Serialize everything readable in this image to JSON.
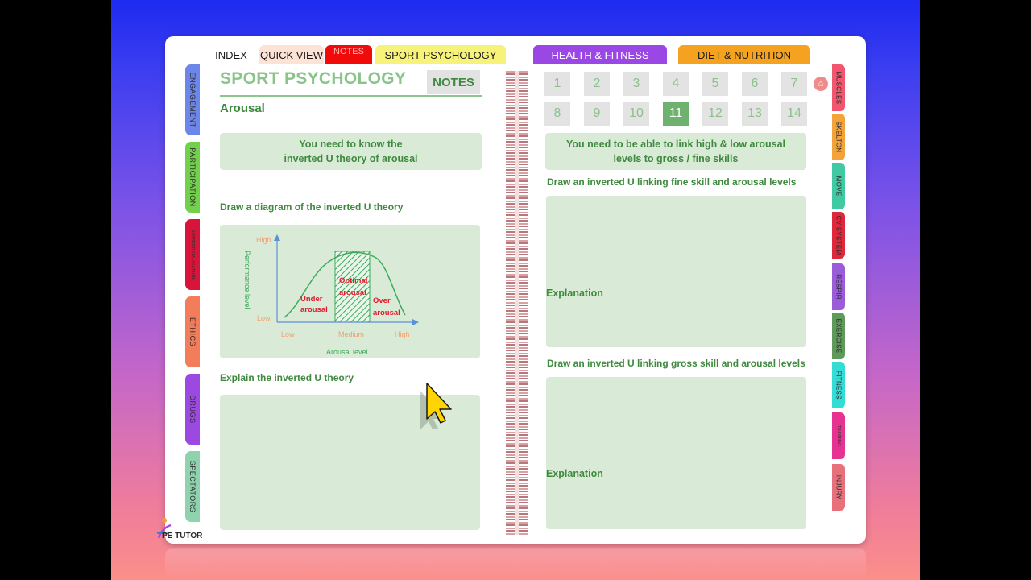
{
  "nav": {
    "index": "INDEX",
    "quick_view": "QUICK VIEW",
    "notes": "NOTES",
    "sport": "SPORT PSYCHOLOGY",
    "health": "HEALTH & FITNESS",
    "diet": "DIET & NUTRITION"
  },
  "left_tabs": [
    {
      "label": "ENGAGEMENT",
      "color": "#6d86ea"
    },
    {
      "label": "PARTICIPATION",
      "color": "#72d04c"
    },
    {
      "label": "COMMERCIALISATION",
      "color": "#d8143a"
    },
    {
      "label": "ETHICS",
      "color": "#f37c5a"
    },
    {
      "label": "DRUGS",
      "color": "#9b49e0"
    },
    {
      "label": "SPECTATORS",
      "color": "#8fd3ae"
    }
  ],
  "right_tabs": [
    {
      "label": "MUSCLES",
      "color": "#f2566e"
    },
    {
      "label": "SKELTON",
      "color": "#f4a33a"
    },
    {
      "label": "MOVE",
      "color": "#40c9a2"
    },
    {
      "label": "CV SYSTEM",
      "color": "#e0283c"
    },
    {
      "label": "RESPIR",
      "color": "#9a5cd8"
    },
    {
      "label": "EXERCISE",
      "color": "#5f9a5a"
    },
    {
      "label": "FITNESS",
      "color": "#33ddd6"
    },
    {
      "label": "TRAINING",
      "color": "#e63291"
    },
    {
      "label": "INJURY",
      "color": "#e8707a"
    }
  ],
  "left_page": {
    "title": "SPORT PSYCHOLOGY",
    "badge": "NOTES",
    "subtitle": "Arousal",
    "callout_line1": "You need to know the",
    "callout_line2": "inverted U theory of arousal",
    "draw_prompt": "Draw a diagram of the inverted U theory",
    "explain_prompt": "Explain the inverted U theory"
  },
  "diagram": {
    "y_high": "High",
    "y_low": "Low",
    "y_axis": "Performance level",
    "x_low": "Low",
    "x_medium": "Medium",
    "x_high": "High",
    "x_axis": "Arousal level",
    "under_1": "Under",
    "under_2": "arousal",
    "optimal_1": "Optimal",
    "optimal_2": "arousal",
    "over_1": "Over",
    "over_2": "arousal"
  },
  "pages": [
    "1",
    "2",
    "3",
    "4",
    "5",
    "6",
    "7",
    "8",
    "9",
    "10",
    "11",
    "12",
    "13",
    "14"
  ],
  "active_page": "11",
  "right_page": {
    "callout_line1": "You need to be able to link high & low arousal",
    "callout_line2": "levels to gross / fine skills",
    "fine_prompt": "Draw an inverted U linking fine skill and arousal levels",
    "explanation_1": "Explanation",
    "gross_prompt": "Draw an inverted U linking gross skill and arousal levels",
    "explanation_2": "Explanation"
  },
  "logo_text": "PE TUTOR",
  "colors": {
    "accent_green": "#3f8a3f",
    "light_green": "#d9ebd6",
    "active_page": "#6fb26f"
  }
}
